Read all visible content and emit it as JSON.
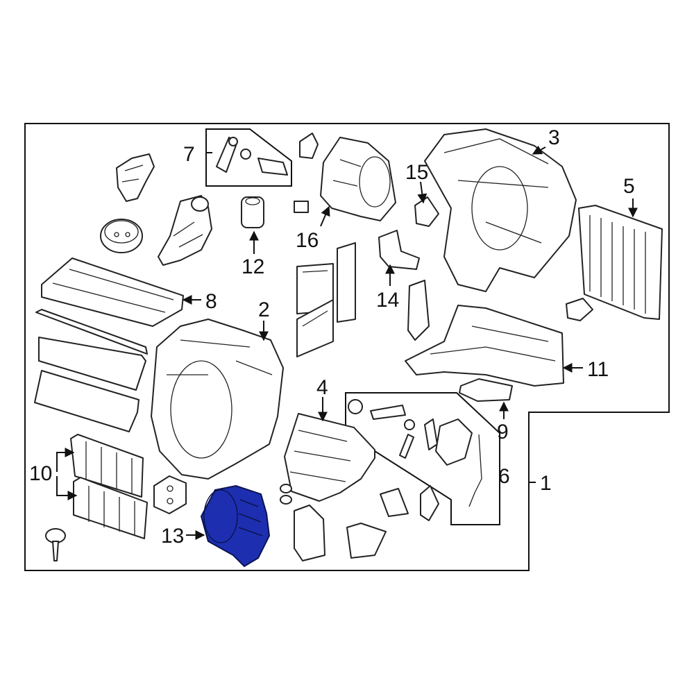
{
  "diagram": {
    "callouts": {
      "c1": "1",
      "c2": "2",
      "c3": "3",
      "c4": "4",
      "c5": "5",
      "c6": "6",
      "c7": "7",
      "c8": "8",
      "c9": "9",
      "c10": "10",
      "c11": "11",
      "c12": "12",
      "c13": "13",
      "c14": "14",
      "c15": "15",
      "c16": "16"
    },
    "highlight_color": "#1d2fb0"
  }
}
